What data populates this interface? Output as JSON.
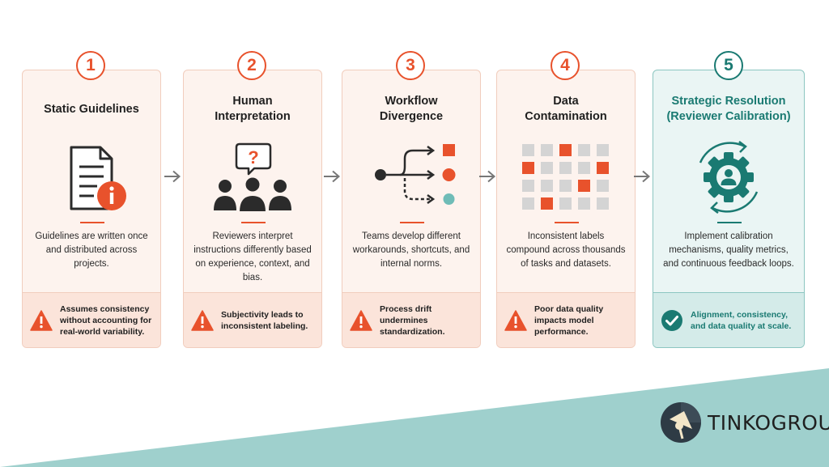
{
  "steps": [
    {
      "number": "1",
      "title_lines": [
        "Static Guidelines"
      ],
      "description": "Guidelines are written once and distributed across projects.",
      "footer": "Assumes consistency without accounting for real-world variability.",
      "icon": "document-info-icon"
    },
    {
      "number": "2",
      "title_lines": [
        "Human",
        "Interpretation"
      ],
      "description": "Reviewers interpret instructions differently based on experience, context, and bias.",
      "footer": "Subjectivity leads to inconsistent labeling.",
      "icon": "people-question-icon"
    },
    {
      "number": "3",
      "title_lines": [
        "Workflow",
        "Divergence"
      ],
      "description": "Teams develop different workarounds, shortcuts, and internal norms.",
      "footer": "Process drift undermines standardization.",
      "icon": "branching-flow-icon"
    },
    {
      "number": "4",
      "title_lines": [
        "Data",
        "Contamination"
      ],
      "description": "Inconsistent labels compound across thousands of tasks and datasets.",
      "footer": "Poor data quality impacts model performance.",
      "icon": "grid-contamination-icon"
    },
    {
      "number": "5",
      "title_lines": [
        "Strategic Resolution",
        "(Reviewer Calibration)"
      ],
      "description": "Implement calibration mechanisms, quality metrics, and continuous feedback loops.",
      "footer": "Alignment, consistency, and data quality at scale.",
      "icon": "gear-person-cycle-icon"
    }
  ],
  "brand": {
    "name": "TINKOGROUP"
  },
  "colors": {
    "accent": "#e8522c",
    "teal": "#1a7a72",
    "band": "#9fd0cd"
  }
}
